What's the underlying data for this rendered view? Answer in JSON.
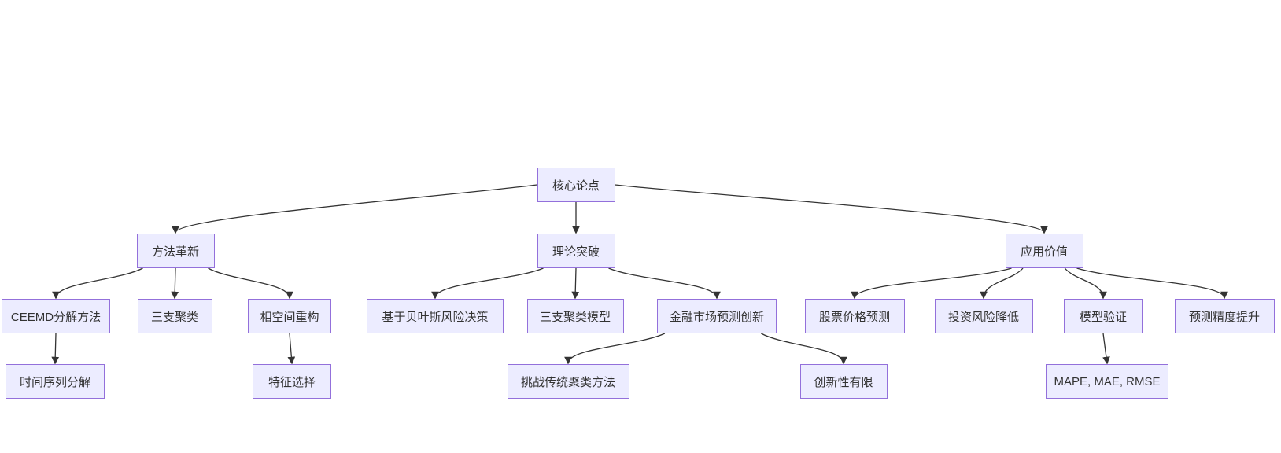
{
  "diagram": {
    "type": "flowchart",
    "direction": "top-down",
    "colors": {
      "node_fill": "#ECECFF",
      "node_border": "#9370DB",
      "edge": "#333333",
      "text": "#333333",
      "background": "#ffffff"
    },
    "nodes": [
      {
        "id": "core-thesis",
        "label": "核心论点"
      },
      {
        "id": "method-innovation",
        "label": "方法革新"
      },
      {
        "id": "theory-breakthrough",
        "label": "理论突破"
      },
      {
        "id": "application-value",
        "label": "应用价值"
      },
      {
        "id": "ceemd-decomposition",
        "label": "CEEMD分解方法"
      },
      {
        "id": "three-way-clustering",
        "label": "三支聚类"
      },
      {
        "id": "phase-space-reconstruction",
        "label": "相空间重构"
      },
      {
        "id": "bayesian-risk-decision",
        "label": "基于贝叶斯风险决策"
      },
      {
        "id": "three-way-clustering-model",
        "label": "三支聚类模型"
      },
      {
        "id": "financial-market-forecast-innovation",
        "label": "金融市场预测创新"
      },
      {
        "id": "stock-price-prediction",
        "label": "股票价格预测"
      },
      {
        "id": "investment-risk-reduction",
        "label": "投资风险降低"
      },
      {
        "id": "model-validation",
        "label": "模型验证"
      },
      {
        "id": "forecast-accuracy-improvement",
        "label": "预测精度提升"
      },
      {
        "id": "time-series-decomposition",
        "label": "时间序列分解"
      },
      {
        "id": "feature-selection",
        "label": "特征选择"
      },
      {
        "id": "challenge-traditional-clustering",
        "label": "挑战传统聚类方法"
      },
      {
        "id": "limited-novelty",
        "label": "创新性有限"
      },
      {
        "id": "evaluation-metrics",
        "label": "MAPE, MAE, RMSE"
      }
    ],
    "edges": [
      [
        "core-thesis",
        "method-innovation"
      ],
      [
        "core-thesis",
        "theory-breakthrough"
      ],
      [
        "core-thesis",
        "application-value"
      ],
      [
        "method-innovation",
        "ceemd-decomposition"
      ],
      [
        "method-innovation",
        "three-way-clustering"
      ],
      [
        "method-innovation",
        "phase-space-reconstruction"
      ],
      [
        "theory-breakthrough",
        "bayesian-risk-decision"
      ],
      [
        "theory-breakthrough",
        "three-way-clustering-model"
      ],
      [
        "theory-breakthrough",
        "financial-market-forecast-innovation"
      ],
      [
        "application-value",
        "stock-price-prediction"
      ],
      [
        "application-value",
        "investment-risk-reduction"
      ],
      [
        "application-value",
        "model-validation"
      ],
      [
        "application-value",
        "forecast-accuracy-improvement"
      ],
      [
        "ceemd-decomposition",
        "time-series-decomposition"
      ],
      [
        "phase-space-reconstruction",
        "feature-selection"
      ],
      [
        "financial-market-forecast-innovation",
        "challenge-traditional-clustering"
      ],
      [
        "financial-market-forecast-innovation",
        "limited-novelty"
      ],
      [
        "model-validation",
        "evaluation-metrics"
      ]
    ]
  }
}
